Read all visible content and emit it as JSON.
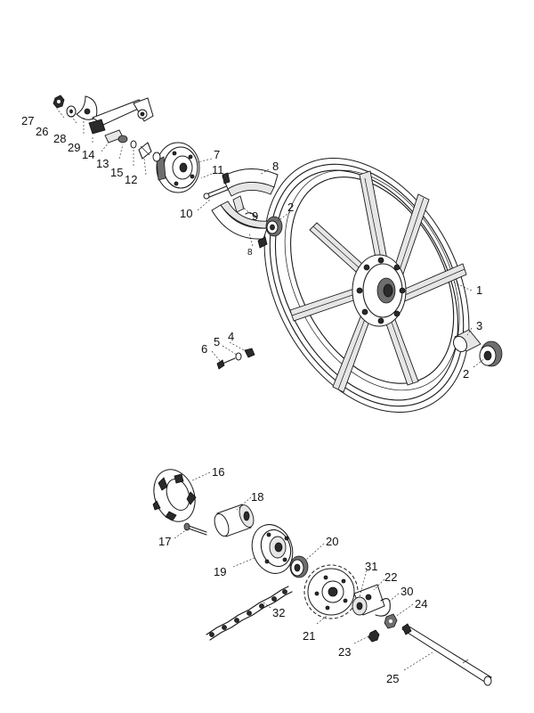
{
  "callouts": {
    "c1": "1",
    "c2a": "2",
    "c2b": "2",
    "c3": "3",
    "c4": "4",
    "c5": "5",
    "c6": "6",
    "c7": "7",
    "c8a": "8",
    "c8b": "8",
    "c9": "9",
    "c10": "10",
    "c11": "11",
    "c12": "12",
    "c13": "13",
    "c14": "14",
    "c15": "15",
    "c16": "16",
    "c17": "17",
    "c18": "18",
    "c19": "19",
    "c20": "20",
    "c21": "21",
    "c22": "22",
    "c23": "23",
    "c24": "24",
    "c25": "25",
    "c26": "26",
    "c27": "27",
    "c28": "28",
    "c29": "29",
    "c30": "30",
    "c31": "31",
    "c32": "32"
  }
}
